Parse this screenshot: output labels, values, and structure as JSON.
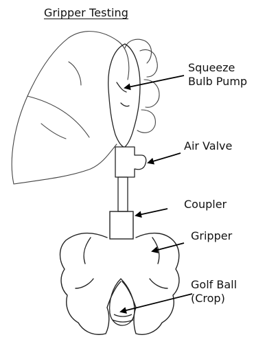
{
  "title": "Gripper Testing",
  "labels": {
    "squeeze_bulb_pump_line1": "Squeeze",
    "squeeze_bulb_pump_line2": "Bulb Pump",
    "air_valve": "Air Valve",
    "coupler": "Coupler",
    "gripper": "Gripper",
    "golf_ball_line1": "Golf Ball",
    "golf_ball_line2": "(Crop)"
  }
}
